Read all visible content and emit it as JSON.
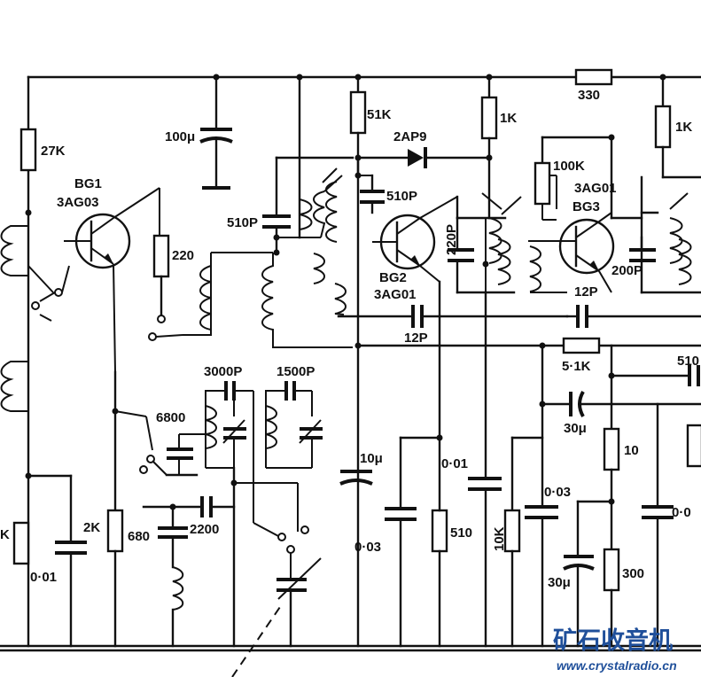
{
  "diagram": {
    "transistors": [
      {
        "ref": "BG1",
        "type": "3AG03"
      },
      {
        "ref": "BG2",
        "type": "3AG01"
      },
      {
        "ref": "BG3",
        "type": "3AG01"
      }
    ],
    "resistors": [
      "27K",
      "220",
      "51K",
      "1K",
      "330",
      "100K",
      "1K",
      "5·1K",
      "10",
      "2K",
      "680",
      "510",
      "10K",
      "300",
      "K",
      "510"
    ],
    "capacitors": [
      "100μ",
      "510P",
      "510P",
      "220P",
      "12P",
      "12P",
      "200P",
      "3000P",
      "1500P",
      "6800",
      "2200",
      "10μ",
      "0·01",
      "0·03",
      "0·01",
      "0·03",
      "30μ",
      "30μ",
      "0·0"
    ],
    "diodes": [
      "2AP9"
    ]
  },
  "watermark": {
    "title": "矿石收音机",
    "url": "www.crystalradio.cn"
  },
  "colors": {
    "ink": "#111111",
    "watermark": "#1f4f9a",
    "paper": "#ffffff"
  }
}
